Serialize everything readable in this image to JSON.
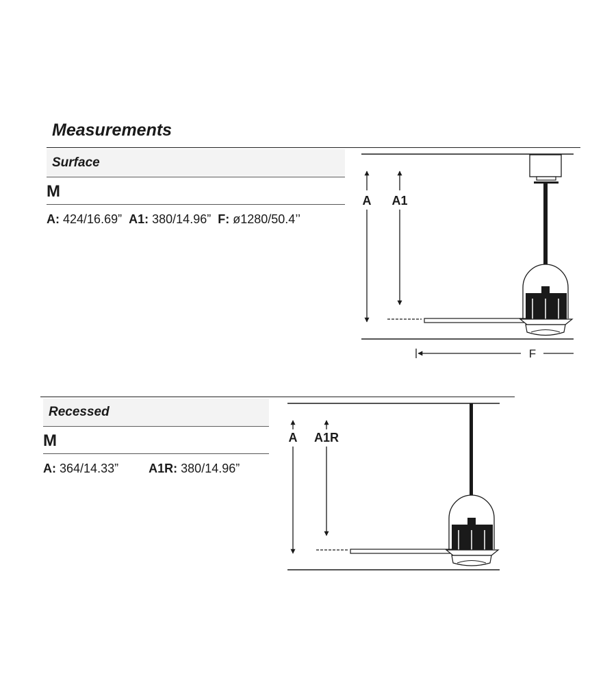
{
  "heading": "Measurements",
  "surface": {
    "title": "Surface",
    "model": "M",
    "specs": [
      {
        "key": "A:",
        "value": "424/16.69”"
      },
      {
        "key": "A1:",
        "value": "380/14.96”"
      },
      {
        "key": "F:",
        "value": "ø1280/50.4’’"
      }
    ],
    "diagram_labels": {
      "a": "A",
      "a1": "A1",
      "f": "F"
    }
  },
  "recessed": {
    "title": "Recessed",
    "model": "M",
    "specs": [
      {
        "key": "A:",
        "value": "364/14.33”"
      },
      {
        "key": "A1R:",
        "value": "380/14.96”"
      }
    ],
    "diagram_labels": {
      "a": "A",
      "a1r": "A1R"
    }
  },
  "colors": {
    "line": "#1a1a1a",
    "band": "#f3f3f3",
    "fill": "#1a1a1a"
  }
}
